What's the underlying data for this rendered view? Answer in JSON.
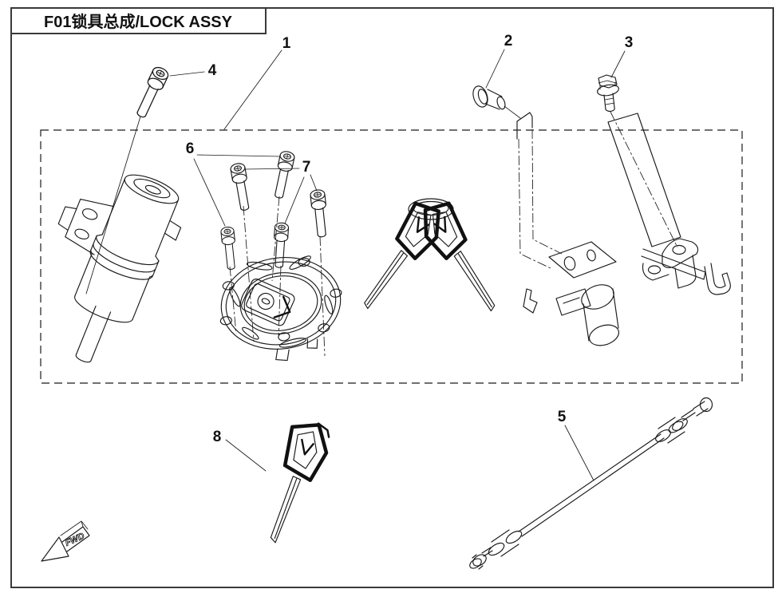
{
  "page": {
    "title": "F01锁具总成/LOCK ASSY",
    "background": "#ffffff",
    "line_color": "#1a1a1a"
  },
  "callouts": [
    "1",
    "2",
    "3",
    "4",
    "5",
    "6",
    "7",
    "8"
  ],
  "direction_label": "FWD"
}
